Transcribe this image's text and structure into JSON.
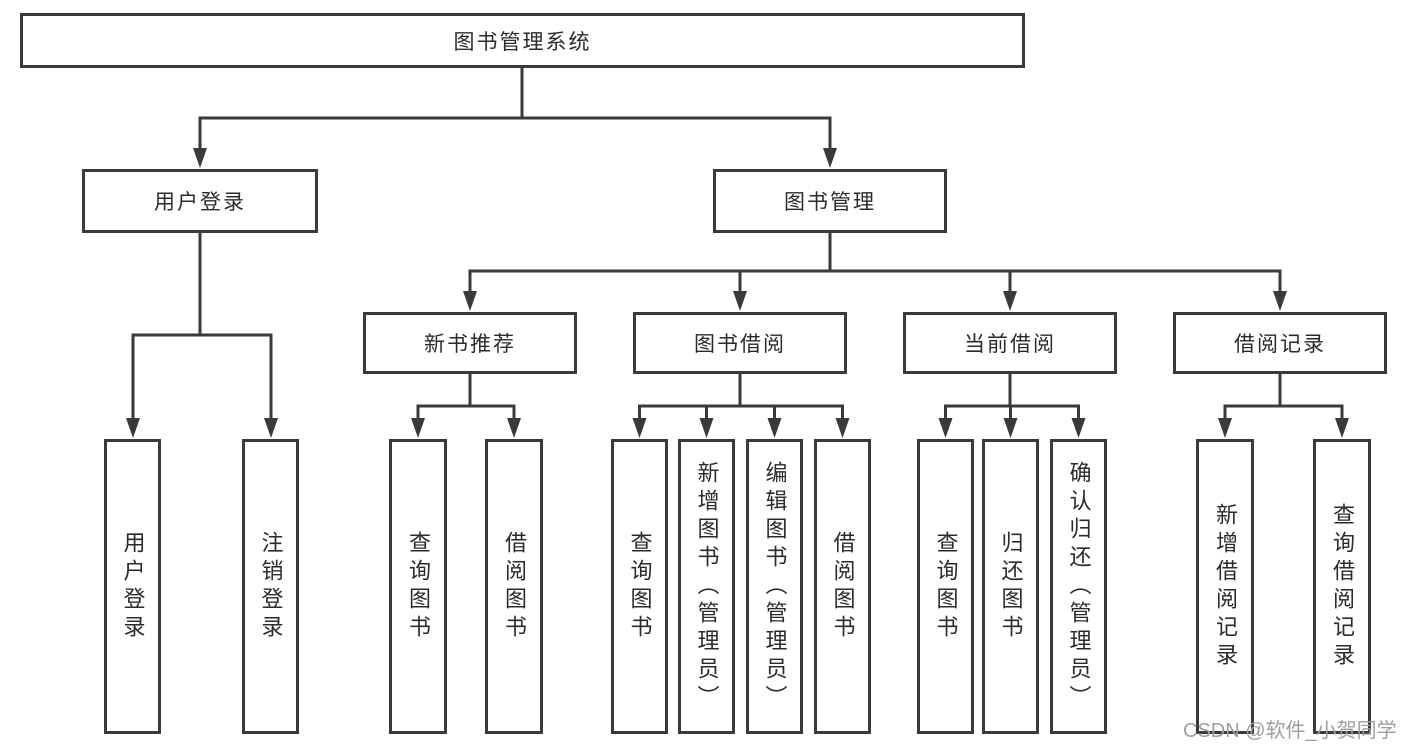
{
  "diagram": {
    "title_node": {
      "label": "图书管理系统"
    },
    "level2": [
      {
        "label": "用户登录"
      },
      {
        "label": "图书管理"
      }
    ],
    "level3": [
      {
        "label": "新书推荐"
      },
      {
        "label": "图书借阅"
      },
      {
        "label": "当前借阅"
      },
      {
        "label": "借阅记录"
      }
    ],
    "leaves": {
      "user_login": [
        "用户登录",
        "注销登录"
      ],
      "new_book": [
        "查询图书",
        "借阅图书"
      ],
      "book_borrow": [
        "查询图书",
        "新增图书（管理员）",
        "编辑图书（管理员）",
        "借阅图书"
      ],
      "current_borrow": [
        "查询图书",
        "归还图书",
        "确认归还（管理员）"
      ],
      "borrow_record": [
        "新增借阅记录",
        "查询借阅记录"
      ]
    },
    "colors": {
      "line": "#3a3a3a",
      "text": "#2b2b2b",
      "watermark": "#9e9e9e",
      "background": "#ffffff"
    },
    "watermark": "CSDN @软件_小贺同学"
  }
}
